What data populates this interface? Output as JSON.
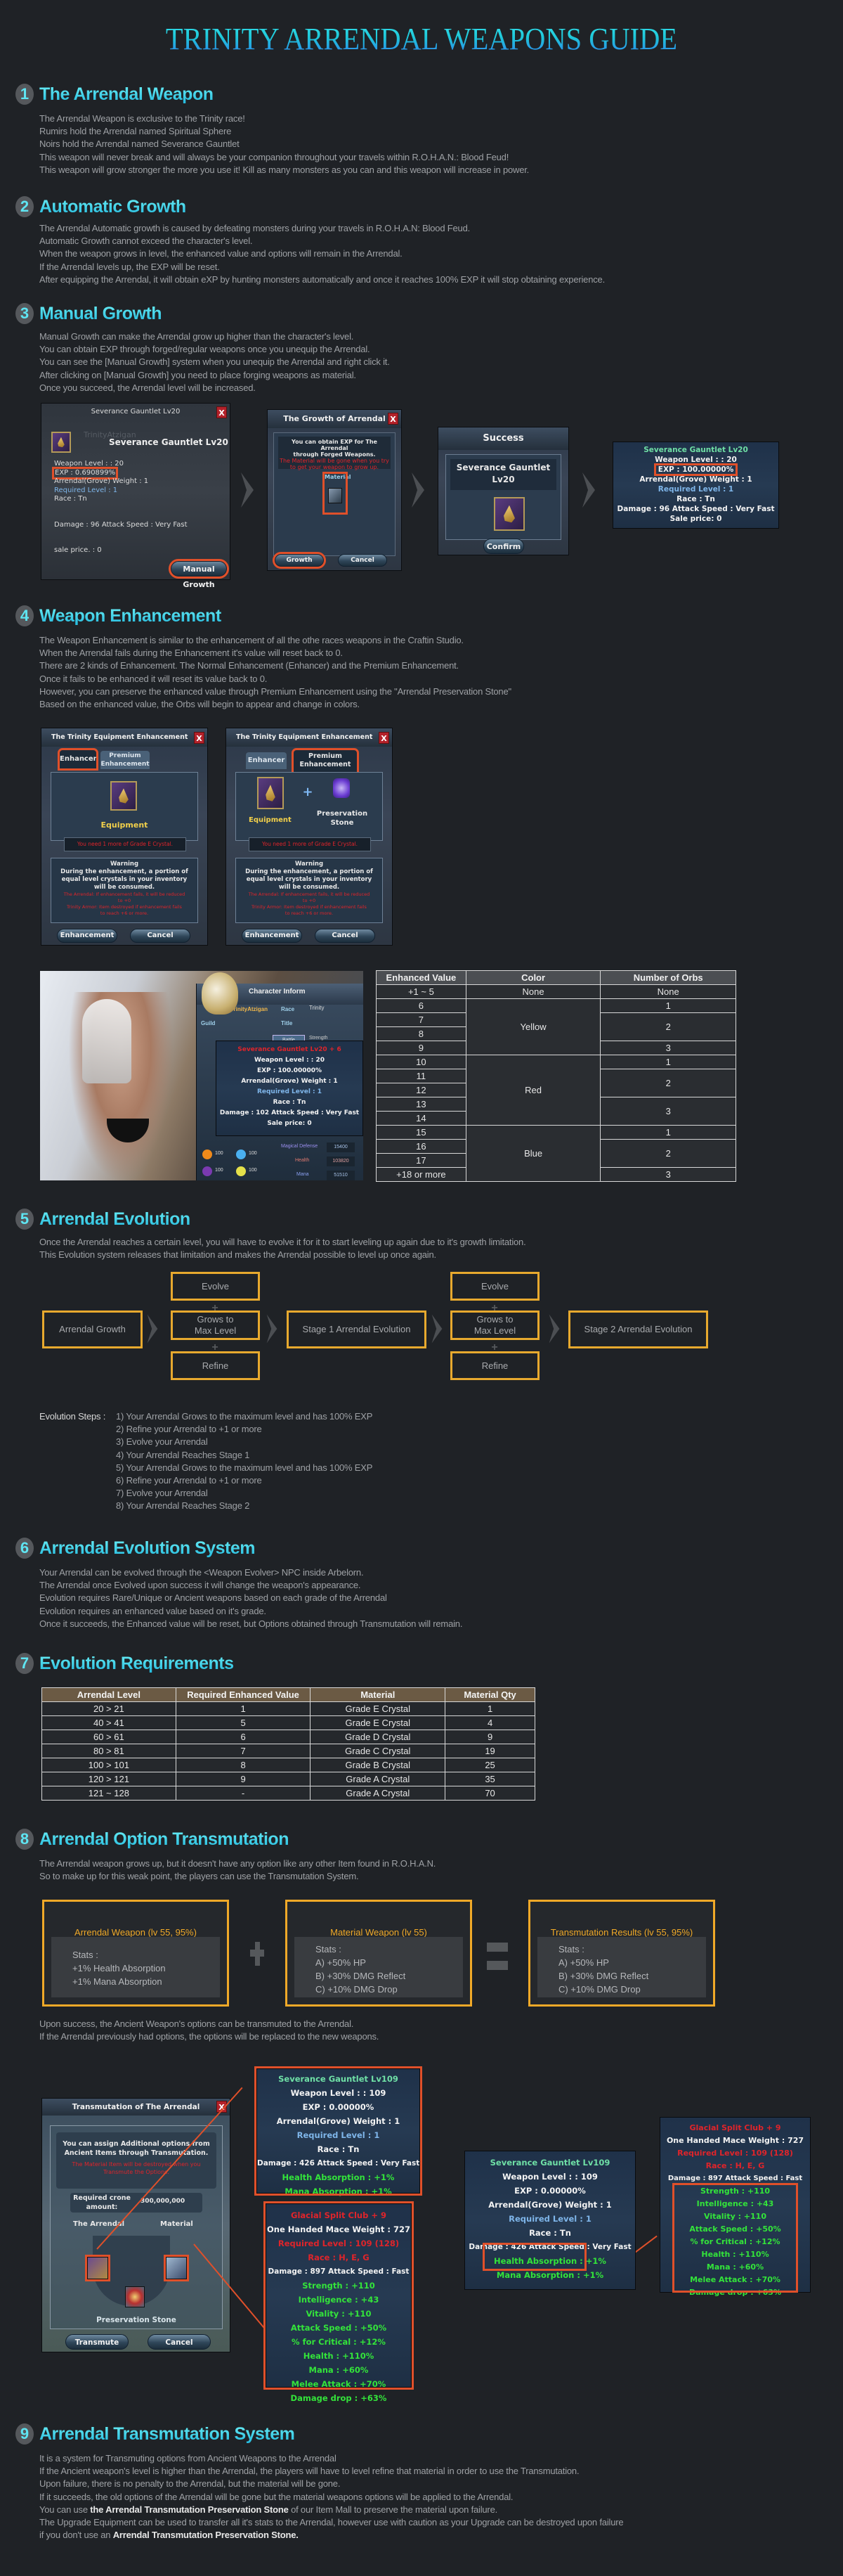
{
  "page_title": "TRINITY ARRENDAL WEAPONS GUIDE",
  "sections": [
    {
      "num": "1",
      "title": "The Arrendal Weapon",
      "lines": [
        "The Arrendal Weapon is exclusive to the Trinity race!",
        "Rumirs hold the Arrendal named Spiritual Sphere",
        "Noirs hold the Arrendal named Severance Gauntlet",
        "This weapon will never break and will always be your companion throughout your travels within R.O.H.A.N.: Blood Feud!",
        "This weapon will grow stronger the more you use it! Kill as many monsters as you can and this weapon will increase in power."
      ]
    },
    {
      "num": "2",
      "title": "Automatic Growth",
      "lines": [
        "The Arrendal Automatic growth is caused by defeating monsters during your travels in R.O.H.A.N: Blood Feud.",
        "Automatic Growth cannot exceed the character's level.",
        "When the weapon grows in level, the enhanced value and options will remain in the Arrendal.",
        "If the Arrendal levels up, the EXP will be reset.",
        "After equipping the Arrendal, it will obtain eXP by hunting monsters automatically and once it reaches 100% EXP it will stop obtaining experience."
      ]
    },
    {
      "num": "3",
      "title": "Manual Growth",
      "lines": [
        "Manual Growth can make the Arrendal grow up higher than the character's level.",
        "You can obtain EXP through forged/regular weapons once you unequip the Arrendal.",
        "You can see the [Manual Growth] system when you unequip the Arrendal and right click it.",
        "After clicking on [Manual Growth] you need to place forging weapons as material.",
        "Once you succeed, the Arrendal level will be increased."
      ]
    },
    {
      "num": "4",
      "title": "Weapon Enhancement",
      "lines": [
        "The Weapon Enhancement is similar to the enhancement of all the othe races weapons in the Craftin Studio.",
        "When the Arrendal fails during the Enhancement it's value will reset back to 0.",
        "There are 2 kinds of Enhancement. The Normal Enhancement (Enhancer) and the Premium Enhancement.",
        "Once it fails to be enhanced it will reset its value back to 0.",
        "However, you can preserve the enhanced value through Premium Enhancement using the \"Arrendal Preservation Stone\"",
        "Based on the enhanced value, the Orbs will begin to appear and change in colors."
      ]
    },
    {
      "num": "5",
      "title": "Arrendal Evolution",
      "lines": [
        "Once the Arrendal reaches a certain level, you will have to evolve it for it to start leveling up again due to it's growth limitation.",
        "This Evolution system releases that limitation and makes the Arrendal possible to level up once again."
      ]
    },
    {
      "num": "6",
      "title": "Arrendal Evolution System",
      "lines": [
        "Your Arrendal can be evolved through the <Weapon Evolver> NPC inside Arbelorn.",
        "The Arrendal once Evolved upon success it will change the weapon's appearance.",
        "Evolution requires Rare/Unique or Ancient weapons based on each grade of the Arrendal",
        "Evolution requires an enhanced value based on it's grade.",
        "Once it succeeds, the Enhanced value will be reset, but Options obtained through Transmutation will remain."
      ]
    },
    {
      "num": "7",
      "title": "Evolution Requirements",
      "lines": []
    },
    {
      "num": "8",
      "title": "Arrendal Option Transmutation",
      "lines": [
        "The Arrendal weapon grows up, but it doesn't have any option like any other Item found in R.O.H.A.N.",
        "So to make up for this weak point, the players can use the Transmutation System."
      ],
      "after_lines": [
        "Upon success, the Ancient Weapon's options can be transmuted to the Arrendal.",
        "If the Arrendal previously had options, the options will be replaced to the new weapons."
      ]
    },
    {
      "num": "9",
      "title": "Arrendal Transmutation System",
      "lines": [
        "It is a system for Transmuting options from Ancient Weapons to the Arrendal",
        "If the Ancient weapon's level is higher than the Arrendal, the players will have to level refine that material in order to use the Transmutation.",
        "Upon failure, there is no penalty to the Arrendal, but the material will be gone.",
        "If it succeeds, the old options of the Arrendal will be gone but the material weapons options will be applied to the Arrendal."
      ],
      "line5_pre": "You can use ",
      "line5_bold": "the Arrendal Transmutation Preservation Stone",
      "line5_post": " of our Item Mall to preserve the material upon failure.",
      "line6": "The Upgrade Equipment can be used to transfer all it's stats to the Arrendal, however use with caution as your Upgrade can be destroyed upon failure",
      "line7_pre": "if you don't use an ",
      "line7_bold": "Arrendal Transmutation Preservation Stone."
    }
  ],
  "manual_growth": {
    "win1": {
      "title": "Severance Gauntlet Lv20",
      "name": "Severance Gauntlet Lv20",
      "watermark": "TrinityAtzigan",
      "weapon_level": "Weapon Level : : 20",
      "exp": "EXP : 0.690899%",
      "arrendal": "Arrendal(Grove)    Weight : 1",
      "required": "Required Level : 1",
      "race": "Race : Tn",
      "damage": "Damage : 96   Attack Speed : Very Fast",
      "sale": "sale price. : 0",
      "button": "Manual Growth",
      "close": "X"
    },
    "win2": {
      "title": "The Growth of Arrendal",
      "msg1": "You can obtain EXP for The Arrendal",
      "msg2": "through Forged Weapons.",
      "warn1": "The Material will be gone when you try",
      "warn2": "to get your weapon to grow up.",
      "material": "Material",
      "growth": "Growth",
      "cancel": "Cancel",
      "close": "X"
    },
    "win3": {
      "title": "Success",
      "name1": "Severance Gauntlet",
      "name2": "Lv20",
      "confirm": "Confirm"
    },
    "tip": {
      "name": "Severance Gauntlet Lv20",
      "weapon_level": "Weapon Level : : 20",
      "exp": "EXP : 100.00000%",
      "arrendal": "Arrendal(Grove)    Weight : 1",
      "required": "Required Level : 1",
      "race": "Race : Tn",
      "damage": "Damage : 96   Attack Speed : Very Fast",
      "sale": "Sale price: 0"
    }
  },
  "enhancement": {
    "title": "The Trinity Equipment Enhancement",
    "close": "X",
    "tab_enhancer": "Enhancer",
    "tab_premium_1": "Premium",
    "tab_premium_2": "Enhancement",
    "equipment": "Equipment",
    "stone_1": "Preservation",
    "stone_2": "Stone",
    "need": "You need 1 more of Grade E Crystal.",
    "warning": "Warning",
    "warn_1": "During the enhancement, a portion of",
    "warn_2": "equal level crystals in your inventory",
    "warn_3": "will be consumed.",
    "red_1": "The Arrendal: If enhancement fails, it will be reduced",
    "red_2": "to +0",
    "red_3": "Trinity Armor: Item destroyed if enhancement fails",
    "red_4": "to reach +6 or more.",
    "btn_enh": "Enhancement",
    "btn_cancel": "Cancel"
  },
  "char_info": {
    "window_title": "Character Inform",
    "name": "Lv.20 TrinityAtzigan",
    "race_label": "Race",
    "race_val": "Trinity",
    "guild": "Guild",
    "title": "Title",
    "battle": "Battle",
    "strength": "Strength",
    "tip_name": "Severance Gauntlet Lv20 + 6",
    "tip_weapon_level": "Weapon Level : : 20",
    "tip_exp": "EXP : 100.00000%",
    "tip_arrendal": "Arrendal(Grove)    Weight : 1",
    "tip_required": "Required Level : 1",
    "tip_race": "Race : Tn",
    "tip_damage": "Damage : 102   Attack Speed : Very Fast",
    "tip_sale": "Sale price: 0",
    "mdef_label": "Magical Defense",
    "mdef": "15400",
    "health_label": "Health",
    "health": "103820",
    "mana_label": "Mana",
    "mana": "51510",
    "res": [
      "100",
      "100",
      "100",
      "100"
    ]
  },
  "orb_table": {
    "headers": [
      "Enhanced Value",
      "Color",
      "Number of Orbs"
    ],
    "values": [
      "+1 ~ 5",
      "6",
      "7",
      "8",
      "9",
      "10",
      "11",
      "12",
      "13",
      "14",
      "15",
      "16",
      "17",
      "+18 or more"
    ],
    "colors": [
      "None",
      "Yellow",
      "Red",
      "Blue"
    ],
    "orbs": [
      "None",
      "1",
      "2",
      "3",
      "1",
      "2",
      "3",
      "1",
      "2",
      "3"
    ]
  },
  "evolution_flow": {
    "growth": "Arrendal Growth",
    "evolve": "Evolve",
    "grows_1": "Grows to",
    "grows_2": "Max Level",
    "refine": "Refine",
    "stage1": "Stage 1 Arrendal Evolution",
    "stage2": "Stage 2 Arrendal Evolution",
    "steps_label": "Evolution Steps :",
    "steps": [
      "1) Your Arrendal Grows to the maximum level and has 100% EXP",
      "2) Refine your Arrendal to +1 or more",
      "3) Evolve your Arrendal",
      "4) Your Arrendal Reaches Stage 1",
      "5) Your Arrendal Grows to the maximum level and has 100% EXP",
      "6) Refine your Arrendal to +1 or more",
      "7) Evolve your Arrendal",
      "8) Your Arrendal Reaches Stage 2"
    ]
  },
  "evo_table": {
    "headers": [
      "Arrendal Level",
      "Required Enhanced Value",
      "Material",
      "Material Qty"
    ],
    "rows": [
      [
        "20 > 21",
        "1",
        "Grade E Crystal",
        "1"
      ],
      [
        "40 > 41",
        "5",
        "Grade E Crystal",
        "4"
      ],
      [
        "60 > 61",
        "6",
        "Grade D Crystal",
        "9"
      ],
      [
        "80 > 81",
        "7",
        "Grade C Crystal",
        "19"
      ],
      [
        "100 > 101",
        "8",
        "Grade B Crystal",
        "25"
      ],
      [
        "120 > 121",
        "9",
        "Grade A Crystal",
        "35"
      ],
      [
        "121 ~ 128",
        "-",
        "Grade A Crystal",
        "70"
      ]
    ]
  },
  "transmutation_boxes": [
    {
      "title": "Arrendal Weapon (lv 55, 95%)",
      "stats": [
        "Stats :",
        "+1% Health Absorption",
        "+1% Mana Absorption"
      ]
    },
    {
      "title": "Material Weapon (lv 55)",
      "stats": [
        "Stats :",
        "A) +50% HP",
        "B) +30% DMG Reflect",
        "C) +10% DMG Drop"
      ]
    },
    {
      "title": "Transmutation Results (lv 55, 95%)",
      "stats": [
        "Stats :",
        "A) +50% HP",
        "B) +30% DMG Reflect",
        "C) +10% DMG Drop"
      ]
    }
  ],
  "transmute_window": {
    "title": "Transmutation of The Arrendal",
    "close": "X",
    "msg1": "You can assign Additional options from",
    "msg2": "Ancient Items through Transmutation.",
    "warn1": "The Material Item will be destroyed when you",
    "warn2": "Transmute the Options.",
    "crone_1": "Required crone",
    "crone_2": "amount:",
    "crone_val": "300,000,000",
    "arrendal": "The Arrendal",
    "material": "Material",
    "stone": "Preservation Stone",
    "transmute": "Transmute",
    "cancel": "Cancel"
  },
  "tip_gauntlet109": {
    "name": "Severance Gauntlet Lv109",
    "weapon_level": "Weapon Level : : 109",
    "exp": "EXP : 0.00000%",
    "arrendal": "Arrendal(Grove)    Weight : 1",
    "required": "Required Level : 1",
    "race": "Race : Tn",
    "damage": "Damage : 426   Attack Speed : Very Fast",
    "opt1": "Health Absorption : +1%",
    "opt2": "Mana Absorption : +1%"
  },
  "tip_club": {
    "name": "Glacial Split Club + 9",
    "type": "One Handed Mace    Weight : 727",
    "required": "Required Level : 109 (128)",
    "race": "Race : H,  E,  G",
    "damage": "Damage : 897   Attack Speed : Fast",
    "opts": [
      "Strength : +110",
      "Intelligence : +43",
      "Vitality : +110",
      "Attack Speed : +50%",
      "% for Critical : +12%",
      "Health : +110%",
      "Mana : +60%",
      "Melee Attack : +70%",
      "Damage drop : +63%"
    ]
  },
  "colors": {
    "bg": "#1f2226",
    "accent_cyan": "#3fdcee",
    "highlight": "#e0502a",
    "flow_border": "#e7a92e",
    "table_header_brown": "#6b5a44"
  }
}
